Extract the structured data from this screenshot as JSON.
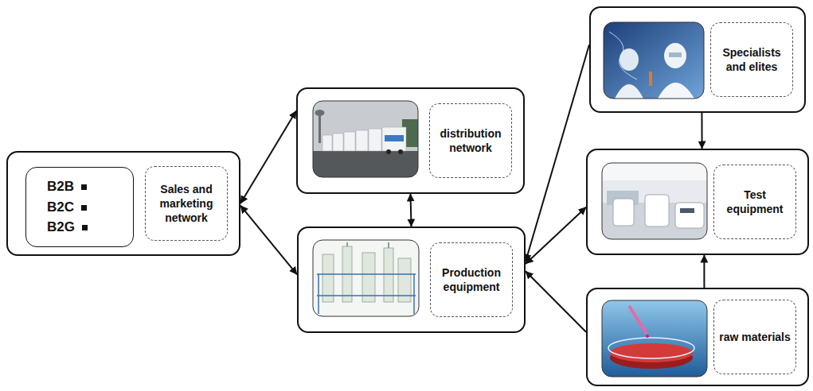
{
  "diagram": {
    "nodes": [
      {
        "text": [
          "Sales and marketing network"
        ]
      },
      {
        "text": [
          "B2B",
          "B2C",
          "B2G"
        ],
        "in": 0
      },
      {
        "text": [
          "distribution network"
        ]
      },
      {
        "text": [
          "Production equipment"
        ]
      },
      {
        "text": [
          "Specialists and elites"
        ]
      },
      {
        "text": [
          "Test equipment"
        ]
      },
      {
        "text": [
          "raw materials"
        ]
      }
    ],
    "edges": [
      {
        "from": 0,
        "to": 2,
        "arrow": "both"
      },
      {
        "from": 0,
        "to": 3,
        "arrow": "both"
      },
      {
        "from": 2,
        "to": 3,
        "arrow": "both"
      },
      {
        "from": 3,
        "to": 5,
        "arrow": "both"
      },
      {
        "from": 4,
        "to": 3,
        "arrow": "to"
      },
      {
        "from": 4,
        "to": 5,
        "arrow": "to"
      },
      {
        "from": 6,
        "to": 5,
        "arrow": "to"
      },
      {
        "from": 6,
        "to": 3,
        "arrow": "to"
      }
    ]
  }
}
